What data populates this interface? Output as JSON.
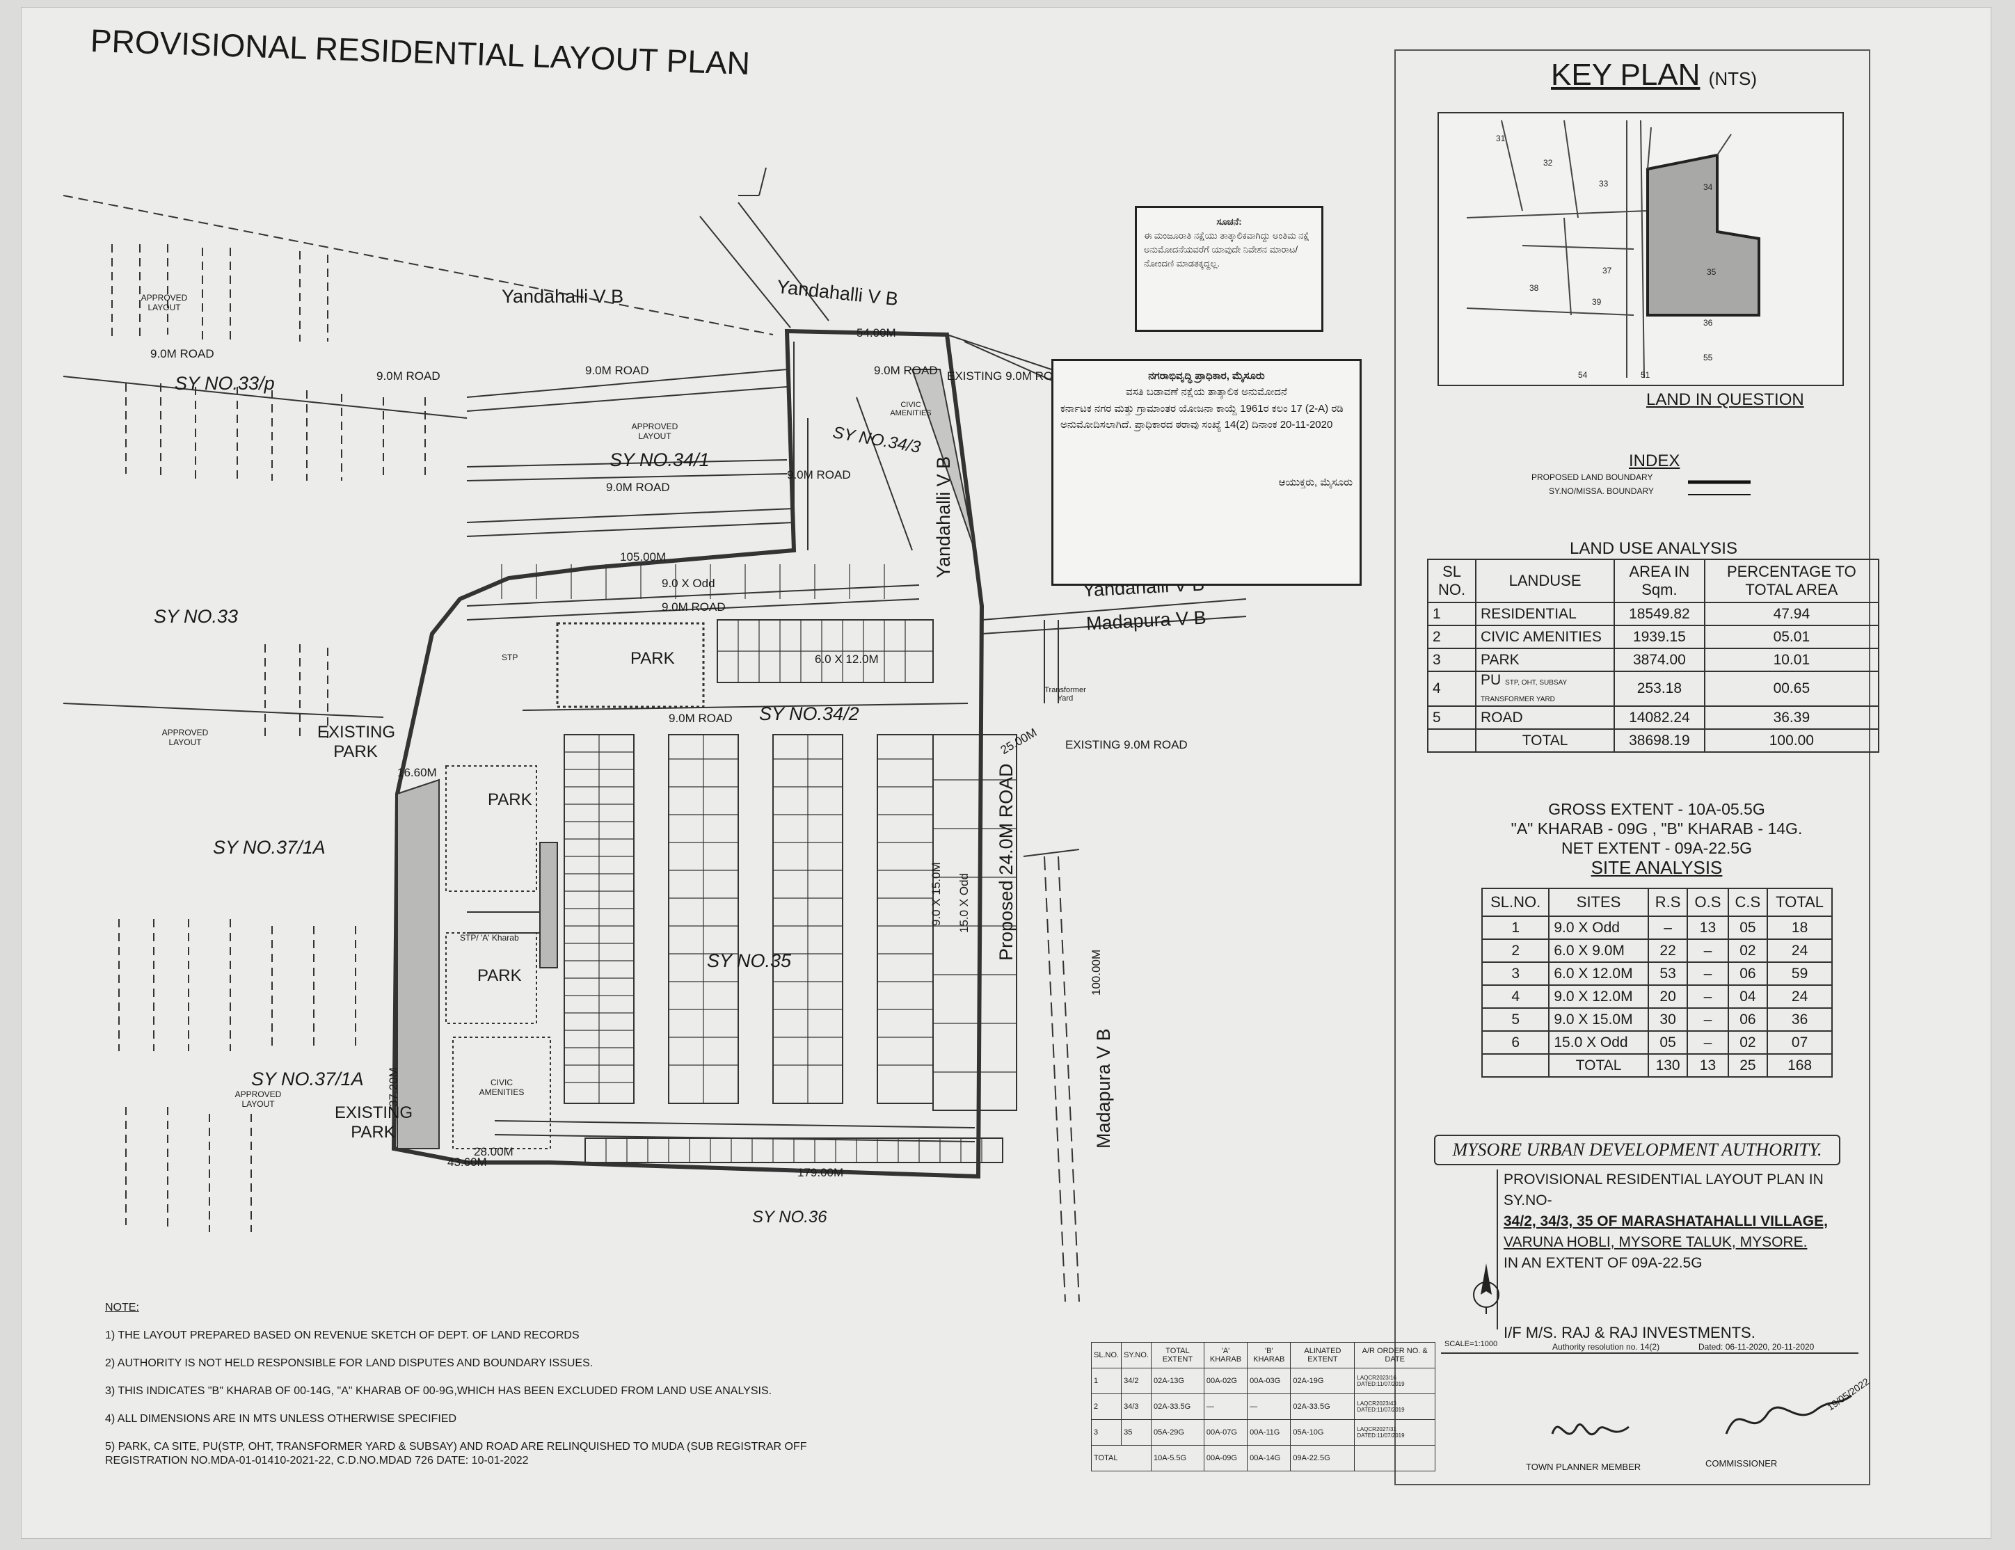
{
  "title": "PROVISIONAL RESIDENTIAL LAYOUT PLAN",
  "key_plan": {
    "title": "KEY PLAN",
    "nts": "(NTS)",
    "land_in_question": "LAND IN QUESTION",
    "numbers": [
      "31",
      "32",
      "33",
      "34",
      "35",
      "36",
      "37",
      "38",
      "39",
      "55",
      "54",
      "51"
    ]
  },
  "index": {
    "title": "INDEX",
    "proposed": "PROPOSED LAND BOUNDARY",
    "sy_boundary": "SY.NO/MISSA. BOUNDARY"
  },
  "land_use": {
    "title": "LAND USE ANALYSIS",
    "headers": [
      "SL NO.",
      "LANDUSE",
      "AREA IN Sqm.",
      "PERCENTAGE TO TOTAL AREA"
    ],
    "rows": [
      {
        "sl": "1",
        "use": "RESIDENTIAL",
        "area": "18549.82",
        "pct": "47.94"
      },
      {
        "sl": "2",
        "use": "CIVIC AMENITIES",
        "area": "1939.15",
        "pct": "05.01"
      },
      {
        "sl": "3",
        "use": "PARK",
        "area": "3874.00",
        "pct": "10.01"
      },
      {
        "sl": "4",
        "use": "PU",
        "area": "253.18",
        "pct": "00.65"
      },
      {
        "sl": "5",
        "use": "ROAD",
        "area": "14082.24",
        "pct": "36.39"
      }
    ],
    "pu_note": "STP, OHT, SUBSAY TRANSFORMER YARD",
    "total_label": "TOTAL",
    "total_area": "38698.19",
    "total_pct": "100.00"
  },
  "extent": {
    "gross": "GROSS EXTENT - 10A-05.5G",
    "kharab": "\"A\" KHARAB - 09G , \"B\" KHARAB - 14G.",
    "net": "NET EXTENT - 09A-22.5G"
  },
  "site_analysis": {
    "title": "SITE ANALYSIS",
    "headers": [
      "SL.NO.",
      "SITES",
      "R.S",
      "O.S",
      "C.S",
      "TOTAL"
    ],
    "rows": [
      [
        "1",
        "9.0 X Odd",
        "–",
        "13",
        "05",
        "18"
      ],
      [
        "2",
        "6.0 X 9.0M",
        "22",
        "–",
        "02",
        "24"
      ],
      [
        "3",
        "6.0 X 12.0M",
        "53",
        "–",
        "06",
        "59"
      ],
      [
        "4",
        "9.0 X 12.0M",
        "20",
        "–",
        "04",
        "24"
      ],
      [
        "5",
        "9.0 X 15.0M",
        "30",
        "–",
        "06",
        "36"
      ],
      [
        "6",
        "15.0 X Odd",
        "05",
        "–",
        "02",
        "07"
      ]
    ],
    "total": [
      "TOTAL",
      "130",
      "13",
      "25",
      "168"
    ]
  },
  "authority": {
    "name": "MYSORE URBAN DEVELOPMENT AUTHORITY.",
    "line1": "PROVISIONAL RESIDENTIAL LAYOUT PLAN IN SY.NO-",
    "line2": "34/2, 34/3, 35 OF  MARASHATAHALLI VILLAGE,",
    "line3": "VARUNA HOBLI, MYSORE TALUK, MYSORE.",
    "line4": "IN AN EXTENT OF  09A-22.5G",
    "investor": "I/F   M/S. RAJ & RAJ INVESTMENTS.",
    "scale": "SCALE=1:1000",
    "resolution": "Authority resolution no. 14(2)",
    "dated": "Dated: 06-11-2020, 20-11-2020",
    "town_planner": "TOWN PLANNER MEMBER",
    "commissioner": "COMMISSIONER",
    "sign_date": "19/05/2022"
  },
  "notes": {
    "title": "NOTE:",
    "items": [
      "1) THE LAYOUT PREPARED BASED ON REVENUE SKETCH OF DEPT. OF LAND RECORDS",
      "2) AUTHORITY IS NOT HELD RESPONSIBLE FOR LAND DISPUTES AND BOUNDARY ISSUES.",
      "3) THIS INDICATES \"B\" KHARAB OF 00-14G, \"A\" KHARAB OF 00-9G,WHICH  HAS BEEN EXCLUDED FROM LAND USE ANALYSIS.",
      "4) ALL DIMENSIONS ARE IN MTS UNLESS OTHERWISE SPECIFIED",
      "5)  PARK, CA SITE, PU(STP, OHT, TRANSFORMER YARD & SUBSAY)  AND  ROAD ARE RELINQUISHED TO MUDA (SUB REGISTRAR OFF",
      "     REGISTRATION NO.MDA-01-01410-2021-22, C.D.NO.MDAD 726  DATE: 10-01-2022"
    ]
  },
  "survey_table": {
    "headers": [
      "SL.NO.",
      "SY.NO.",
      "TOTAL EXTENT",
      "'A' KHARAB",
      "'B' KHARAB",
      "ALINATED EXTENT",
      "A/R ORDER NO. & DATE"
    ],
    "rows": [
      [
        "1",
        "34/2",
        "02A-13G",
        "00A-02G",
        "00A-03G",
        "02A-19G",
        "LAQCR2023/16 DATED:11/07/2019"
      ],
      [
        "2",
        "34/3",
        "02A-33.5G",
        "—",
        "—",
        "02A-33.5G",
        "LAQCR2023/43 DATED:11/07/2019"
      ],
      [
        "3",
        "35",
        "05A-29G",
        "00A-07G",
        "00A-11G",
        "05A-10G",
        "LAQCR2027/31 DATED:11/07/2019"
      ]
    ],
    "total": [
      "TOTAL",
      "10A-5.5G",
      "00A-09G",
      "00A-14G",
      "09A-22.5G"
    ]
  },
  "map_labels": {
    "yandahalli1": "Yandahalli V B",
    "yandahalli2": "Yandahalli V B",
    "yandahalli3": "Yandahalli V B",
    "yandahalli4": "Yandahalli V B",
    "madapura1": "Madapura V B",
    "madapura2": "Madapura V B",
    "sy33p": "SY NO.33/p",
    "sy33": "SY NO.33",
    "sy341": "SY NO.34/1",
    "sy343": "SY NO.34/3",
    "sy342": "SY NO.34/2",
    "sy35": "SY NO.35",
    "sy371a_1": "SY NO.37/1A",
    "sy371a_2": "SY NO.37/1A",
    "sy36": "SY NO.36",
    "road9": "9.0M ROAD",
    "road24": "Proposed 24.0M ROAD",
    "existing_road": "EXISTING 9.0M ROAD",
    "existing_park1": "EXISTING PARK",
    "existing_park2": "EXISTING PARK",
    "approved": "APPROVED LAYOUT",
    "park": "PARK",
    "civic": "CIVIC AMENITIES",
    "stp": "STP",
    "stp_kharab": "STP/ 'A' Kharab",
    "transformer": "Transformer Yard",
    "dim_105": "105.00M",
    "dim_54": "54.00M",
    "dim_179": "179.00M",
    "dim_43": "43.60M",
    "dim_28": "28.00M",
    "dim_16": "16.60M",
    "dim_100": "100.00M",
    "dim_37": "37.20M",
    "dim_25": "25.00M",
    "dim_90": "9.0 X Odd",
    "dim_6x12": "6.0 X 12.0M",
    "dim_15odd": "15.0 X Odd",
    "dim_9x15": "9.0 X 15.0M"
  },
  "stamp_top": {
    "line1": "ಸೂಚನೆ:",
    "body": "ಈ ಮಂಜೂರಾತಿ ನಕ್ಷೆಯು ತಾತ್ಕಾಲಿಕವಾಗಿದ್ದು ಅಂತಿಮ ನಕ್ಷೆ ಅನುಮೋದನೆಯವರೆಗೆ ಯಾವುದೇ ನಿವೇಶನ ಮಾರಾಟ/ನೋಂದಣಿ ಮಾಡತಕ್ಕದ್ದಲ್ಲ."
  },
  "stamp_mid": {
    "line1": "ನಗರಾಭಿವೃದ್ಧಿ ಪ್ರಾಧಿಕಾರ, ಮೈಸೂರು",
    "line2": "ವಸತಿ ಬಡಾವಣೆ ನಕ್ಷೆಯ ತಾತ್ಕಾಲಿಕ ಅನುಮೋದನೆ",
    "body": "ಕರ್ನಾಟಕ ನಗರ ಮತ್ತು ಗ್ರಾಮಾಂತರ ಯೋಜನಾ ಕಾಯ್ದೆ 1961ರ ಕಲಂ 17 (2-A) ರಡಿ ಅನುಮೋದಿಸಲಾಗಿದೆ. ಪ್ರಾಧಿಕಾರದ ಠರಾವು ಸಂಖ್ಯೆ 14(2) ದಿನಾಂಕ 20-11-2020",
    "sign_line": "ಆಯುಕ್ತರು, ಮೈಸೂರು"
  }
}
